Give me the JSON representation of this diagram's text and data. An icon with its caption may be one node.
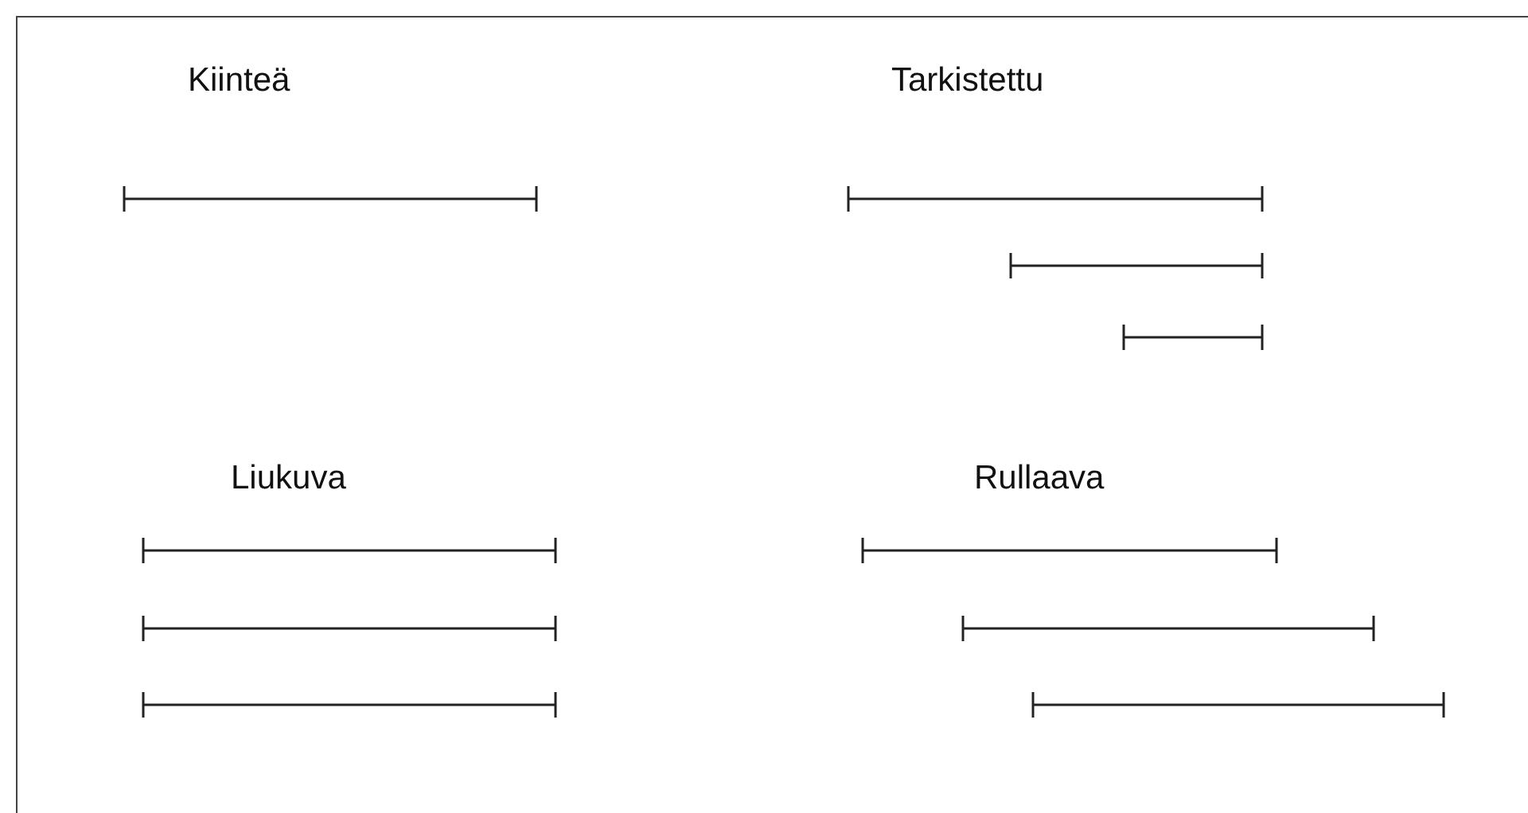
{
  "diagram": {
    "labels": [
      "Kiinteä",
      "Tarkistettu",
      "Liukuva",
      "Rullaava"
    ]
  }
}
